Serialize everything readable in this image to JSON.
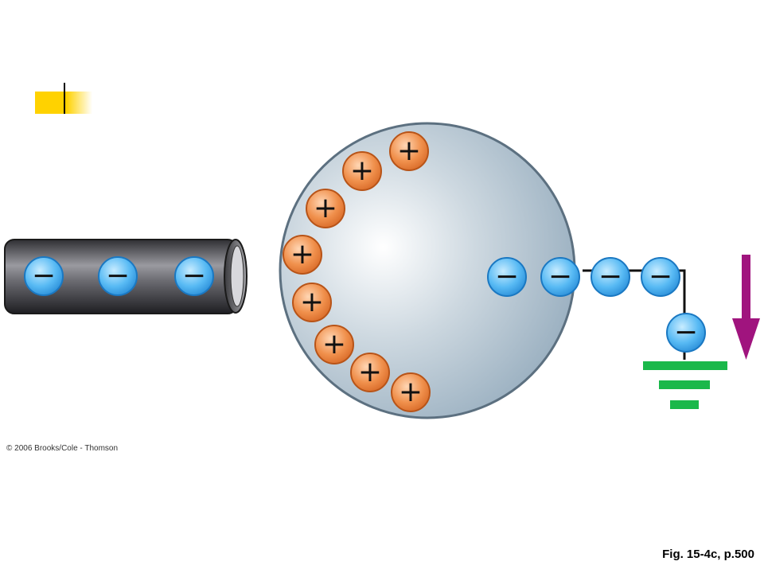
{
  "figure": {
    "copyright": "© 2006 Brooks/Cole - Thomson",
    "caption": "Fig. 15-4c, p.500"
  },
  "symbols": {
    "positive": "+",
    "negative": "−"
  },
  "charges": {
    "rod_negative_count": 3,
    "sphere_positive_count": 8,
    "sphere_negative_count": 2,
    "wire_negative_count": 3
  },
  "colors": {
    "negative_charge": "#44aaf0",
    "positive_charge": "#ee8e48",
    "ground": "#1ab84a",
    "arrow": "#a0147e",
    "sphere": "#b4c4d0",
    "rod": "#5a5a5e",
    "accent_bar": "#ffd200"
  }
}
